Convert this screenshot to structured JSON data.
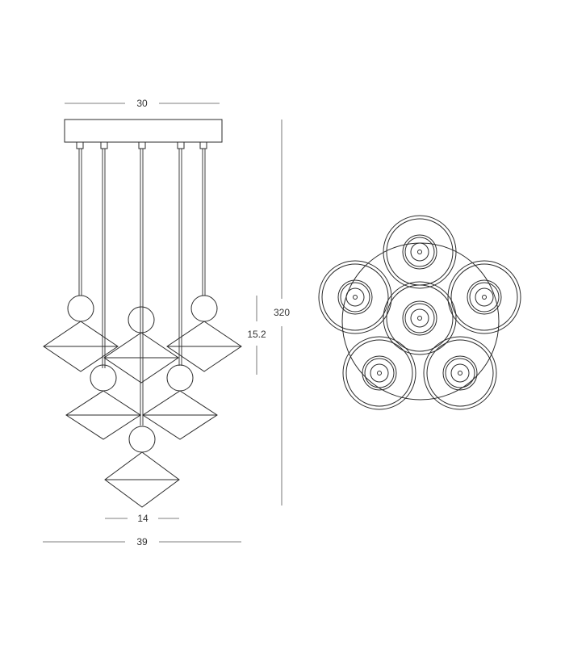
{
  "dimensions": {
    "canopy_width": "30",
    "overall_height": "320",
    "shade_height": "15.2",
    "shade_width": "14",
    "overall_width": "39"
  },
  "colors": {
    "line": "#2b2b2b",
    "dimension_line": "#555555",
    "background": "#ffffff"
  }
}
